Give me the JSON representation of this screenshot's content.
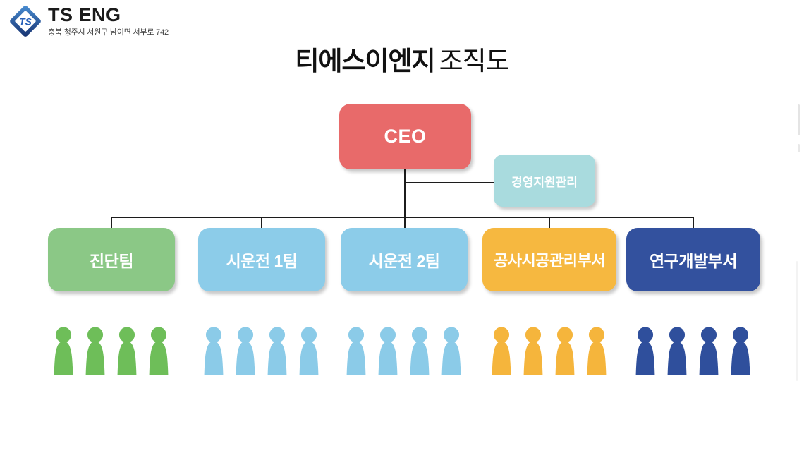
{
  "header": {
    "logo": {
      "brand": "TS ENG",
      "address": "충북 청주시 서원구 남이면 서부로 742",
      "monogram": "TS",
      "diamond_gradient": {
        "start": "#4a8fd4",
        "end": "#16306e"
      },
      "monogram_color": "#2760b8"
    }
  },
  "title": {
    "bold": "티에스이엔지",
    "regular": "조직도"
  },
  "orgchart": {
    "line_color": "#1c1c1c",
    "ceo": {
      "label": "CEO",
      "color": "#E86A6A",
      "text_color": "#ffffff"
    },
    "staff": {
      "label": "경영지원관리",
      "color": "#A9DBDE",
      "text_color": "#ffffff"
    },
    "departments": [
      {
        "label": "진단팀",
        "color": "#8BC886",
        "icon_color": "#6EBE59",
        "member_count": 4
      },
      {
        "label": "시운전 1팀",
        "color": "#8CCCE9",
        "icon_color": "#8BCBE8",
        "member_count": 4
      },
      {
        "label": "시운전 2팀",
        "color": "#8CCCE9",
        "icon_color": "#8BCBE8",
        "member_count": 4
      },
      {
        "label": "공사시공관리부서",
        "color": "#F6B840",
        "icon_color": "#F5B53C",
        "member_count": 4
      },
      {
        "label": "연구개발부서",
        "color": "#33519E",
        "icon_color": "#2F4F9C",
        "member_count": 4
      }
    ]
  }
}
